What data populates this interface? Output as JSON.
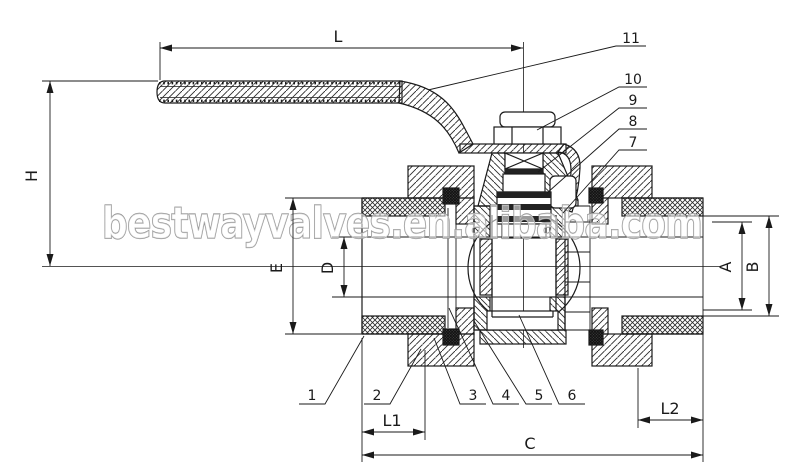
{
  "watermark": {
    "text": "bestwayvalves.en.alibaba.com",
    "color": "#8f8f8f"
  },
  "colors": {
    "ink": "#1a1a1a",
    "paper": "#ffffff"
  },
  "dims": {
    "L": "L",
    "H": "H",
    "E": "E",
    "D": "D",
    "A": "A",
    "B": "B",
    "L1": "L1",
    "L2": "L2",
    "C": "C"
  },
  "parts": {
    "p1": "1",
    "p2": "2",
    "p3": "3",
    "p4": "4",
    "p5": "5",
    "p6": "6",
    "p7": "7",
    "p8": "8",
    "p9": "9",
    "p10": "10",
    "p11": "11"
  }
}
